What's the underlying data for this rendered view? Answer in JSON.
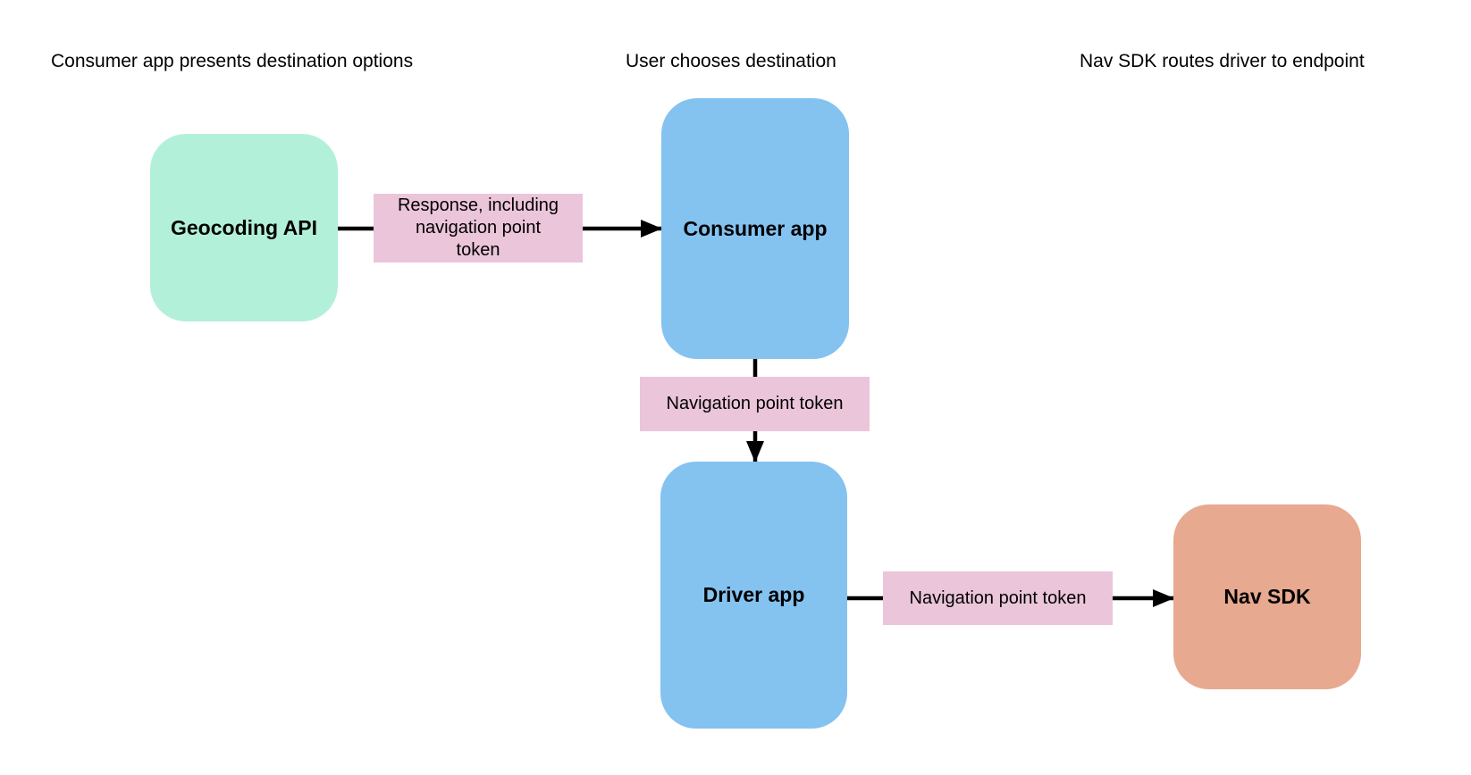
{
  "headers": [
    {
      "label": "Consumer app presents destination options"
    },
    {
      "label": "User chooses destination"
    },
    {
      "label": "Nav SDK routes driver to endpoint"
    }
  ],
  "nodes": {
    "geocoding_api": {
      "label": "Geocoding API"
    },
    "consumer_app": {
      "label": "Consumer app"
    },
    "driver_app": {
      "label": "Driver app"
    },
    "nav_sdk": {
      "label": "Nav SDK"
    }
  },
  "edge_labels": {
    "response": "Response, including navigation point token",
    "token_mid": "Navigation point token",
    "token_right": "Navigation point token"
  },
  "colors": {
    "node-green": "#b3f0da",
    "node-blue": "#84c2f0",
    "node-orange": "#e7a98f",
    "edge-label-pink": "#ebc5da",
    "arrow-black": "#000000",
    "text": "#000000",
    "background": "#ffffff"
  }
}
